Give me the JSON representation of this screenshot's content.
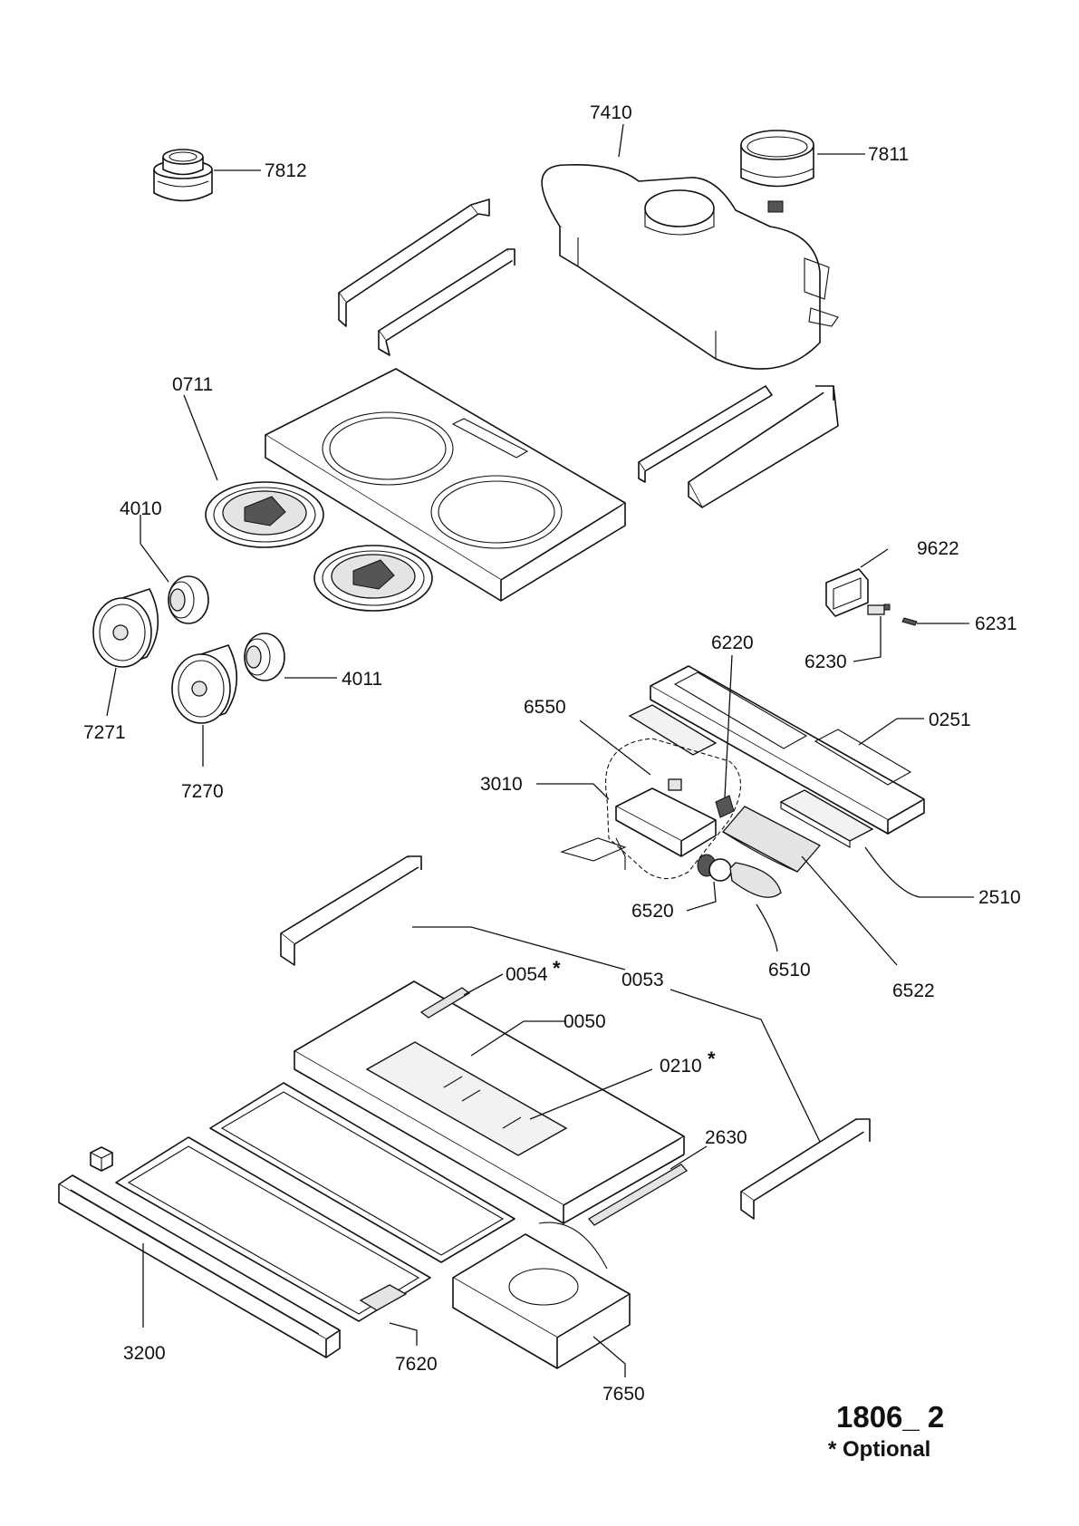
{
  "diagram": {
    "drawing_id": "1806_ 2",
    "footnote": "* Optional",
    "parts": {
      "p7410": "7410",
      "p7812": "7812",
      "p7811": "7811",
      "p0711": "0711",
      "p4010": "4010",
      "p4011": "4011",
      "p7271": "7271",
      "p7270": "7270",
      "p9622": "9622",
      "p6231": "6231",
      "p6230": "6230",
      "p6220": "6220",
      "p6550": "6550",
      "p0251": "0251",
      "p3010": "3010",
      "p2510": "2510",
      "p6520": "6520",
      "p6510": "6510",
      "p6522": "6522",
      "p0054": "0054",
      "p0053": "0053",
      "p0050": "0050",
      "p0210": "0210",
      "p2630": "2630",
      "p3200": "3200",
      "p7620": "7620",
      "p7650": "7650"
    },
    "optional_marker": "*"
  }
}
